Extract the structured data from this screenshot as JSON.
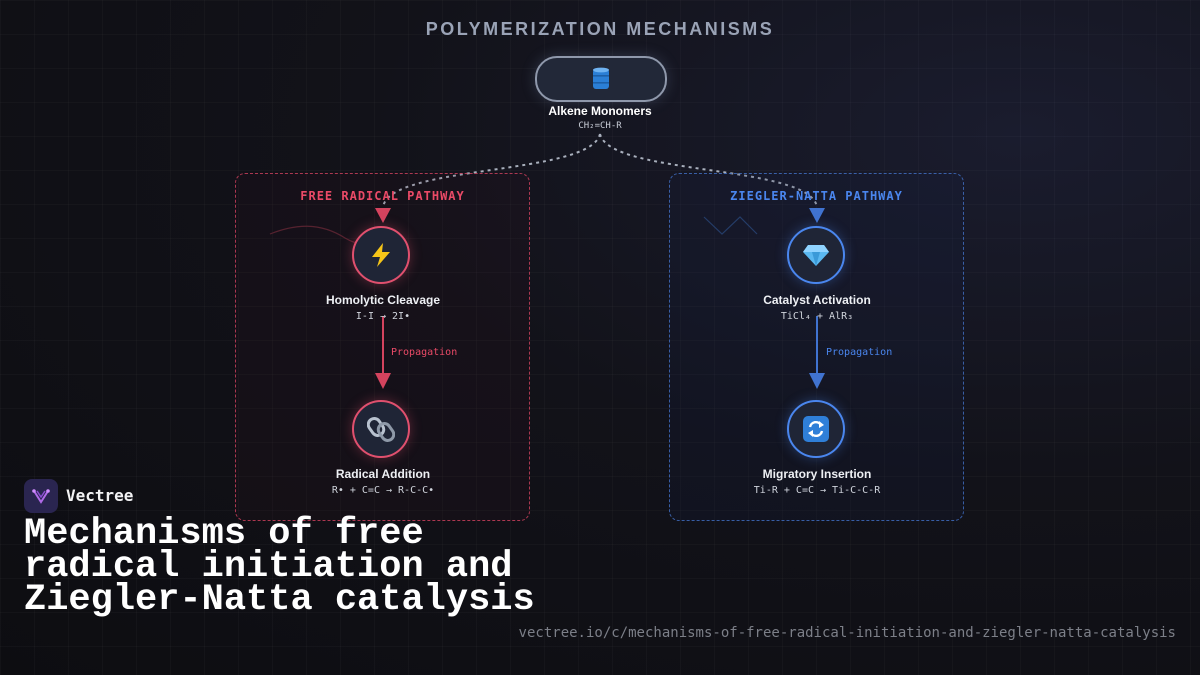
{
  "page": {
    "title": "POLYMERIZATION MECHANISMS"
  },
  "monomer": {
    "icon": "oil-drum-icon",
    "name": "Alkene Monomers",
    "formula": "CH₂=CH-R"
  },
  "radical_pathway": {
    "title": "FREE RADICAL PATHWAY",
    "color": "#e0506e",
    "propagation_label": "Propagation",
    "step1": {
      "icon": "lightning-icon",
      "label": "Homolytic Cleavage",
      "formula": "I-I → 2I•"
    },
    "step2": {
      "icon": "chain-link-icon",
      "label": "Radical Addition",
      "formula": "R• + C=C → R-C-C•"
    }
  },
  "zn_pathway": {
    "title": "ZIEGLER-NATTA PATHWAY",
    "color": "#4a86ee",
    "propagation_label": "Propagation",
    "step1": {
      "icon": "gem-icon",
      "label": "Catalyst Activation",
      "formula": "TiCl₄ + AlR₃"
    },
    "step2": {
      "icon": "cycle-arrows-icon",
      "label": "Migratory Insertion",
      "formula": "Ti-R + C=C → Ti-C-C-R"
    }
  },
  "brand": {
    "name": "Vectree",
    "headline": "Mechanisms of free radical initiation and Ziegler-Natta catalysis",
    "url": "vectree.io/c/mechanisms-of-free-radical-initiation-and-ziegler-natta-catalysis"
  }
}
